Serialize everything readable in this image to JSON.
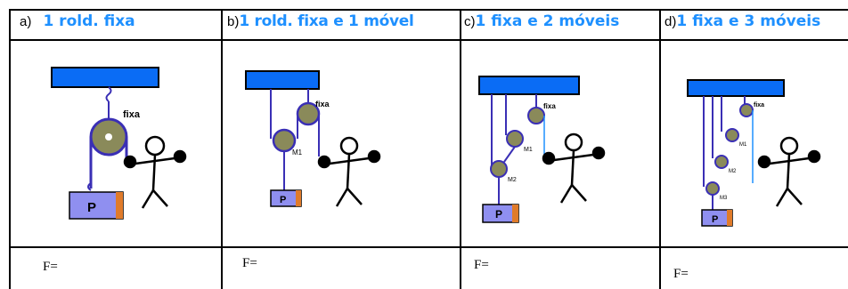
{
  "panels": [
    {
      "letter": "a)",
      "title": "1 rold. fixa",
      "formula": "F=",
      "weight_label": "P",
      "fixed_label": "fixa"
    },
    {
      "letter": "b)",
      "title": "1 rold. fixa e 1 móvel",
      "formula": "F=",
      "weight_label": "P",
      "fixed_label": "fixa",
      "moving_labels": [
        "M1"
      ]
    },
    {
      "letter": "c)",
      "title": "1 fixa e 2 móveis",
      "formula": "F=",
      "weight_label": "P",
      "fixed_label": "fixa",
      "moving_labels": [
        "M1",
        "M2"
      ]
    },
    {
      "letter": "d)",
      "title": "1 fixa e 3 móveis",
      "formula": "F=",
      "weight_label": "P",
      "fixed_label": "fixa",
      "moving_labels": [
        "M1",
        "M2",
        "M3"
      ]
    }
  ],
  "colors": {
    "beam": "#0a6cf5",
    "rope": "#3a2fb5",
    "pulley": "#8a8a5a",
    "weight": "#8f8ff0",
    "weight_side": "#e07b2a",
    "title": "#1e90ff"
  }
}
